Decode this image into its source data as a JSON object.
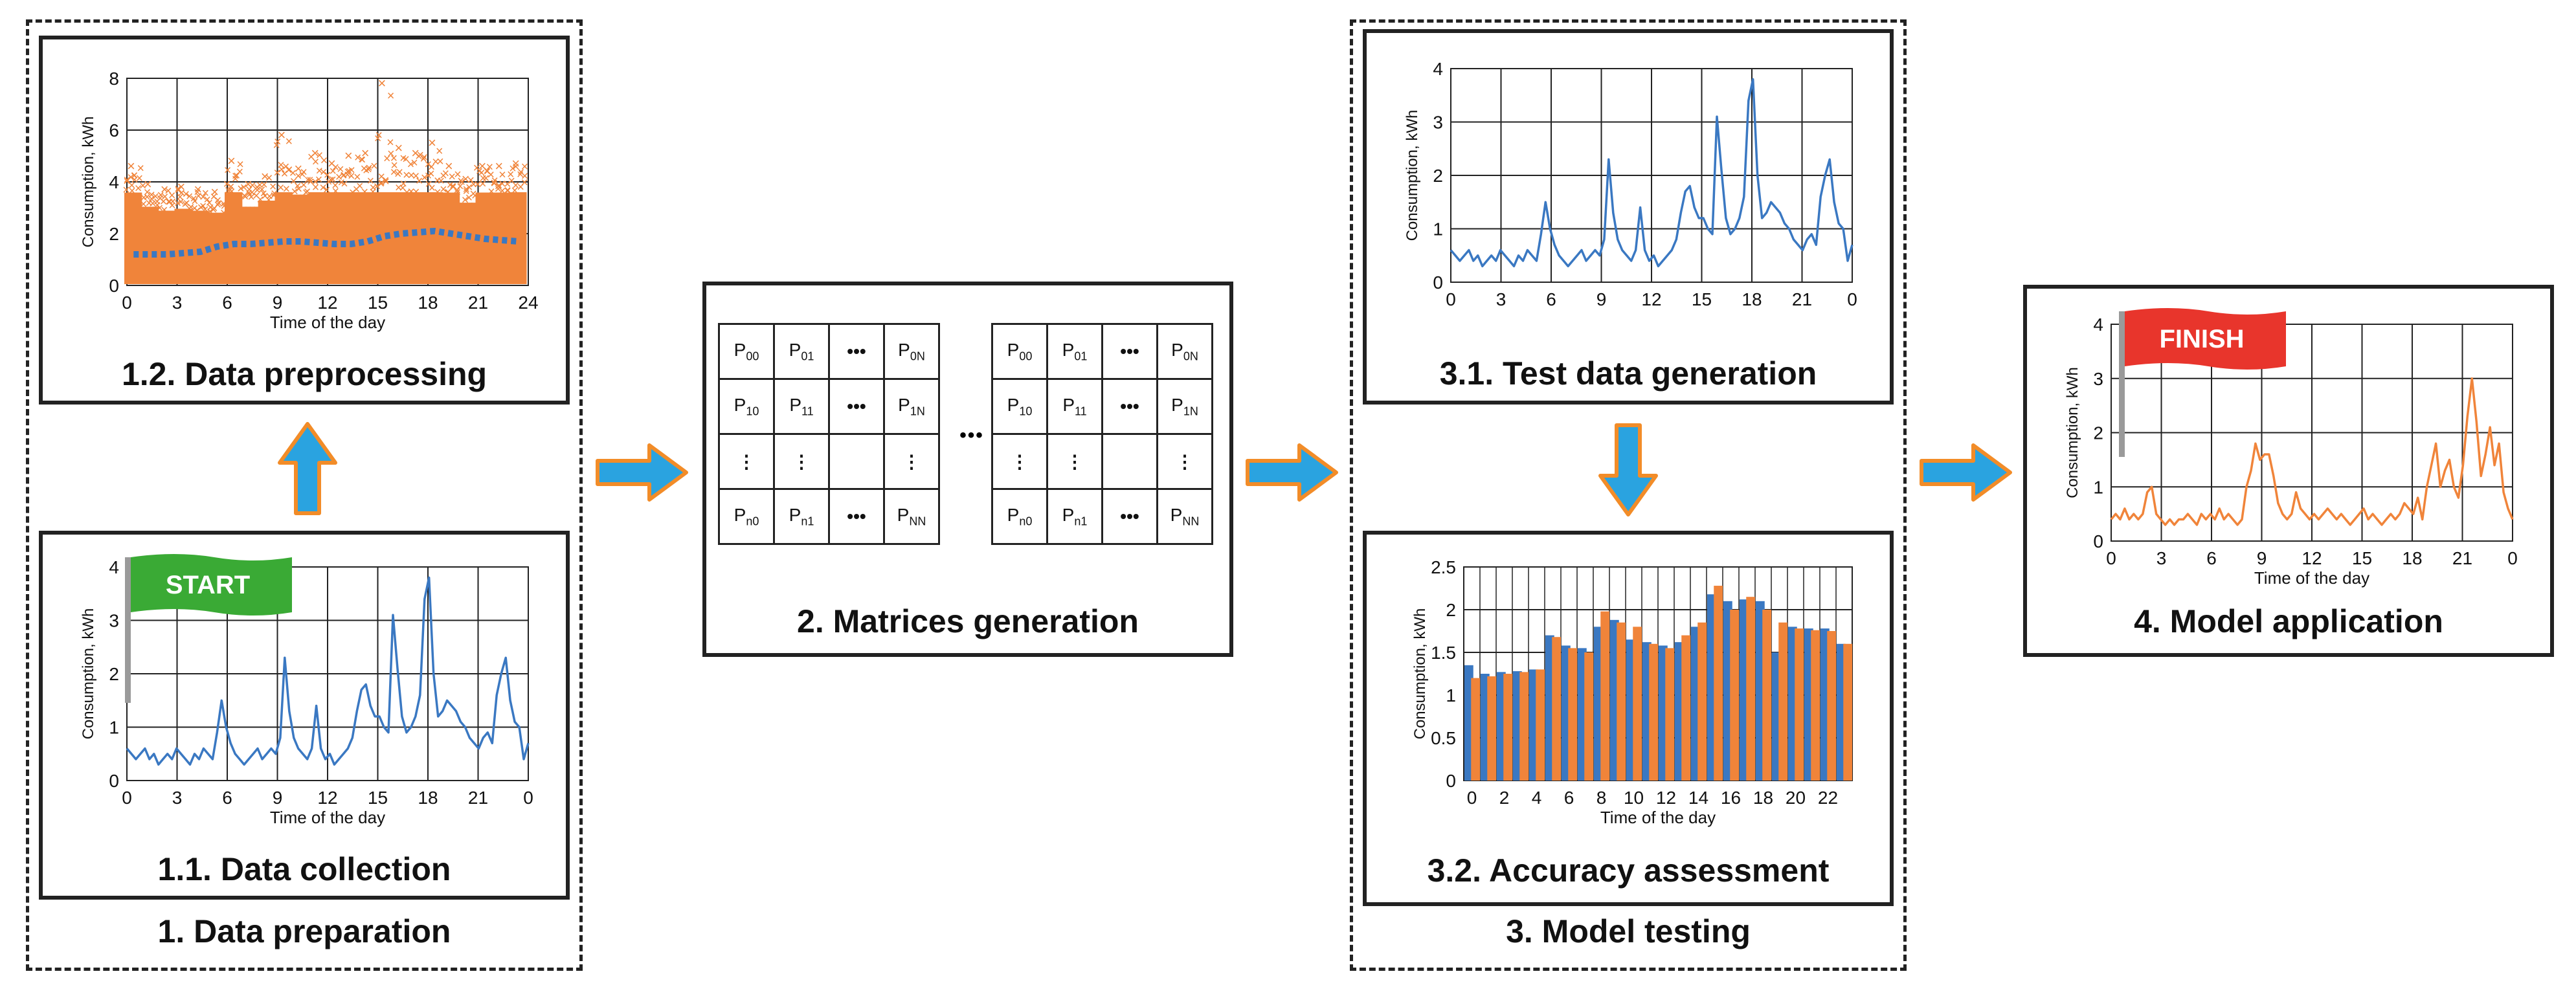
{
  "stages": {
    "data_preparation": "1. Data preparation",
    "model_testing": "3. Model testing"
  },
  "boxes": {
    "data_collection": "1.1. Data collection",
    "data_preprocessing": "1.2. Data preprocessing",
    "matrices_generation": "2. Matrices generation",
    "test_data_generation": "3.1. Test data generation",
    "accuracy_assessment": "3.2. Accuracy assessment",
    "model_application": "4. Model application"
  },
  "flags": {
    "start": "START",
    "finish": "FINISH"
  },
  "colors": {
    "blue": "#3a78c2",
    "orange": "#f0843a",
    "arrow_fill": "#2aa3e0",
    "arrow_stroke": "#f28c28",
    "start_flag": "#3aaa35",
    "finish_flag": "#e8352c"
  },
  "matrix": {
    "rows": [
      [
        "P|00",
        "P|01",
        "•••",
        "P|0N"
      ],
      [
        "P|10",
        "P|11",
        "•••",
        "P|1N"
      ],
      [
        "⋮",
        "⋮",
        "",
        "⋮"
      ],
      [
        "P|n0",
        "P|n1",
        "•••",
        "P|NN"
      ]
    ],
    "ellipsis": "•••"
  },
  "chart_data": [
    {
      "id": "data_collection",
      "type": "line",
      "ylabel": "Consumption, kWh",
      "xlabel": "Time of the day",
      "ylim": [
        0,
        4
      ],
      "yticks": [
        "0",
        "1",
        "2",
        "3",
        "4"
      ],
      "xticks": [
        "0",
        "3",
        "6",
        "9",
        "12",
        "15",
        "18",
        "21",
        "0"
      ],
      "series": [
        {
          "color": "#3a78c2",
          "values": [
            0.6,
            0.5,
            0.4,
            0.5,
            0.6,
            0.4,
            0.5,
            0.3,
            0.4,
            0.5,
            0.4,
            0.6,
            0.5,
            0.4,
            0.3,
            0.5,
            0.4,
            0.6,
            0.5,
            0.4,
            0.9,
            1.5,
            1.0,
            0.7,
            0.5,
            0.4,
            0.3,
            0.4,
            0.5,
            0.6,
            0.4,
            0.5,
            0.6,
            0.5,
            0.8,
            2.3,
            1.3,
            0.8,
            0.6,
            0.5,
            0.4,
            0.6,
            1.4,
            0.6,
            0.4,
            0.5,
            0.3,
            0.4,
            0.5,
            0.6,
            0.8,
            1.3,
            1.7,
            1.8,
            1.4,
            1.2,
            1.2,
            1.0,
            0.9,
            3.1,
            2.1,
            1.2,
            0.9,
            1.0,
            1.2,
            1.6,
            3.4,
            3.8,
            2.0,
            1.2,
            1.3,
            1.5,
            1.4,
            1.3,
            1.1,
            1.0,
            0.8,
            0.7,
            0.6,
            0.8,
            0.9,
            0.7,
            1.6,
            2.0,
            2.3,
            1.5,
            1.1,
            1.0,
            0.4,
            0.7
          ]
        }
      ]
    },
    {
      "id": "data_preprocessing",
      "type": "scatter",
      "ylabel": "Consumption, kWh",
      "xlabel": "Time of the day",
      "ylim": [
        0,
        8
      ],
      "xlim": [
        0,
        24
      ],
      "yticks": [
        "0",
        "2",
        "4",
        "6",
        "8"
      ],
      "xticks": [
        "0",
        "3",
        "6",
        "9",
        "12",
        "15",
        "18",
        "21",
        "24"
      ],
      "series": [
        {
          "name": "",
          "color": "#f0843a",
          "hourly_max": [
            4.6,
            3.9,
            3.7,
            3.8,
            3.7,
            3.6,
            4.8,
            3.9,
            4.2,
            5.8,
            4.5,
            5.1,
            4.7,
            5.0,
            5.1,
            7.8,
            5.3,
            5.1,
            5.5,
            4.6,
            4.1,
            4.6,
            4.6,
            4.7
          ]
        },
        {
          "name": "",
          "color": "#3a78c2",
          "hourly_mean": [
            1.2,
            1.2,
            1.2,
            1.25,
            1.3,
            1.5,
            1.6,
            1.6,
            1.65,
            1.7,
            1.7,
            1.65,
            1.6,
            1.6,
            1.7,
            1.9,
            2.0,
            2.05,
            2.1,
            2.0,
            1.9,
            1.8,
            1.75,
            1.7
          ]
        }
      ]
    },
    {
      "id": "test_data_generation",
      "type": "line",
      "ylabel": "Consumption, kWh",
      "xlabel": "",
      "ylim": [
        0,
        4
      ],
      "yticks": [
        "0",
        "1",
        "2",
        "3",
        "4"
      ],
      "xticks": [
        "0",
        "3",
        "6",
        "9",
        "12",
        "15",
        "18",
        "21",
        "0"
      ],
      "series": [
        {
          "color": "#3a78c2",
          "values": [
            0.6,
            0.5,
            0.4,
            0.5,
            0.6,
            0.4,
            0.5,
            0.3,
            0.4,
            0.5,
            0.4,
            0.6,
            0.5,
            0.4,
            0.3,
            0.5,
            0.4,
            0.6,
            0.5,
            0.4,
            0.9,
            1.5,
            1.0,
            0.7,
            0.5,
            0.4,
            0.3,
            0.4,
            0.5,
            0.6,
            0.4,
            0.5,
            0.6,
            0.5,
            0.8,
            2.3,
            1.3,
            0.8,
            0.6,
            0.5,
            0.4,
            0.6,
            1.4,
            0.6,
            0.4,
            0.5,
            0.3,
            0.4,
            0.5,
            0.6,
            0.8,
            1.3,
            1.7,
            1.8,
            1.4,
            1.2,
            1.2,
            1.0,
            0.9,
            3.1,
            2.1,
            1.2,
            0.9,
            1.0,
            1.2,
            1.6,
            3.4,
            3.8,
            2.0,
            1.2,
            1.3,
            1.5,
            1.4,
            1.3,
            1.1,
            1.0,
            0.8,
            0.7,
            0.6,
            0.8,
            0.9,
            0.7,
            1.6,
            2.0,
            2.3,
            1.5,
            1.1,
            1.0,
            0.4,
            0.7
          ]
        }
      ]
    },
    {
      "id": "accuracy_assessment",
      "type": "bar",
      "ylabel": "Consumption, kWh",
      "xlabel": "Time of the day",
      "ylim": [
        0,
        2.5
      ],
      "yticks": [
        "0",
        "0.5",
        "1",
        "1.5",
        "2",
        "2.5"
      ],
      "categories": [
        "0",
        "1",
        "2",
        "3",
        "4",
        "5",
        "6",
        "7",
        "8",
        "9",
        "10",
        "11",
        "12",
        "13",
        "14",
        "15",
        "16",
        "17",
        "18",
        "19",
        "20",
        "21",
        "22",
        "23"
      ],
      "xtick_labels": [
        "0",
        "2",
        "4",
        "6",
        "8",
        "10",
        "12",
        "14",
        "16",
        "18",
        "20",
        "22"
      ],
      "series": [
        {
          "name": "",
          "color": "#3a78c2",
          "values": [
            1.35,
            1.25,
            1.27,
            1.28,
            1.3,
            1.7,
            1.58,
            1.55,
            1.8,
            1.88,
            1.65,
            1.62,
            1.58,
            1.62,
            1.8,
            2.18,
            2.1,
            2.12,
            2.1,
            1.5,
            1.8,
            1.78,
            1.78,
            1.6
          ]
        },
        {
          "name": "",
          "color": "#f0843a",
          "values": [
            1.2,
            1.22,
            1.25,
            1.27,
            1.3,
            1.68,
            1.55,
            1.5,
            1.98,
            1.85,
            1.8,
            1.6,
            1.55,
            1.7,
            1.85,
            2.28,
            2.0,
            2.15,
            2.0,
            1.85,
            1.78,
            1.76,
            1.75,
            1.6
          ]
        }
      ]
    },
    {
      "id": "model_application",
      "type": "line",
      "ylabel": "Consumption, kWh",
      "xlabel": "Time of the day",
      "ylim": [
        0,
        4
      ],
      "yticks": [
        "0",
        "1",
        "2",
        "3",
        "4"
      ],
      "xticks": [
        "0",
        "3",
        "6",
        "9",
        "12",
        "15",
        "18",
        "21",
        "0"
      ],
      "series": [
        {
          "color": "#f0843a",
          "values": [
            0.4,
            0.5,
            0.4,
            0.6,
            0.4,
            0.5,
            0.4,
            0.5,
            0.9,
            1.0,
            0.5,
            0.4,
            0.3,
            0.4,
            0.3,
            0.4,
            0.4,
            0.5,
            0.4,
            0.3,
            0.5,
            0.4,
            0.5,
            0.4,
            0.6,
            0.4,
            0.5,
            0.4,
            0.3,
            0.4,
            1.0,
            1.3,
            1.8,
            1.5,
            1.6,
            1.6,
            1.2,
            0.7,
            0.5,
            0.4,
            0.5,
            0.9,
            0.6,
            0.5,
            0.4,
            0.5,
            0.4,
            0.5,
            0.6,
            0.5,
            0.4,
            0.5,
            0.4,
            0.3,
            0.4,
            0.5,
            0.6,
            0.4,
            0.5,
            0.4,
            0.3,
            0.4,
            0.5,
            0.4,
            0.5,
            0.7,
            0.6,
            0.5,
            0.8,
            0.4,
            1.0,
            1.4,
            1.8,
            1.0,
            1.3,
            1.5,
            1.0,
            0.8,
            1.4,
            2.3,
            3.0,
            2.2,
            1.2,
            1.6,
            2.1,
            1.4,
            1.8,
            0.9,
            0.6,
            0.4
          ]
        }
      ]
    }
  ]
}
